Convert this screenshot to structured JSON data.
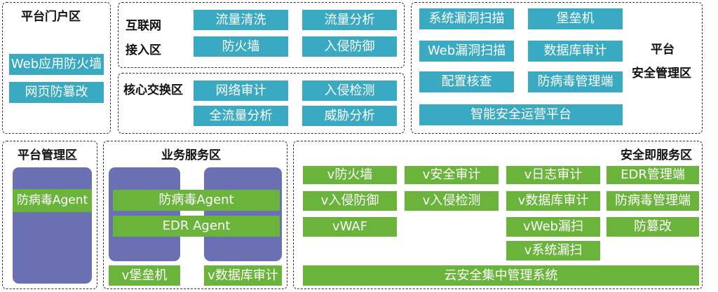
{
  "colors": {
    "teal_box": "#3aa9c2",
    "green_box": "#6bb43c",
    "purple_block": "#6b70b5",
    "border": "#333333"
  },
  "zones": {
    "portal": {
      "title": "平台门户区",
      "items": [
        "Web应用防火墙",
        "网页防篡改"
      ]
    },
    "internet": {
      "title_line1": "互联网",
      "title_line2": "接入区",
      "items": [
        "流量清洗",
        "流量分析",
        "防火墙",
        "入侵防御"
      ]
    },
    "core": {
      "title": "核心交换区",
      "items": [
        "网络审计",
        "入侵检测",
        "全流量分析",
        "威胁分析"
      ]
    },
    "security_mgmt": {
      "title_line1": "平台",
      "title_line2": "安全管理区",
      "items": [
        "系统漏洞扫描",
        "堡垒机",
        "Web漏洞扫描",
        "数据库审计",
        "配置核查",
        "防病毒管理端"
      ],
      "wide_item": "智能安全运营平台"
    },
    "platform_mgmt": {
      "title": "平台管理区",
      "agent": "防病毒Agent"
    },
    "business": {
      "title": "业务服务区",
      "bars": [
        "防病毒Agent",
        "EDR Agent"
      ],
      "bottom_items": [
        "v堡垒机",
        "v数据库审计"
      ]
    },
    "security_service": {
      "title": "安全即服务区",
      "items": [
        "v防火墙",
        "v安全审计",
        "v日志审计",
        "EDR管理端",
        "v入侵防御",
        "v入侵检测",
        "v数据库审计",
        "防病毒管理端",
        "vWAF",
        "vWeb漏扫",
        "防篡改",
        "v系统漏扫"
      ],
      "wide_item": "云安全集中管理系统"
    }
  }
}
